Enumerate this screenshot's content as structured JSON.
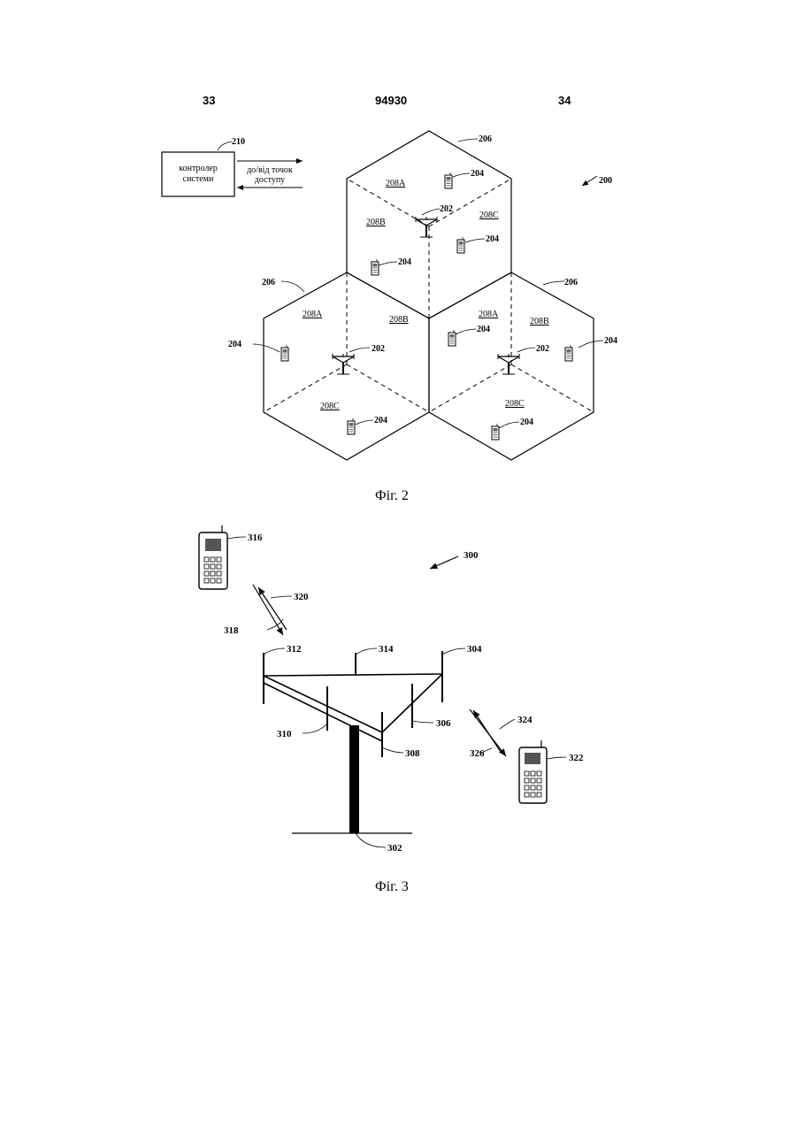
{
  "header": {
    "left": "33",
    "center": "94930",
    "right": "34"
  },
  "figure2": {
    "caption": "Фіг. 2",
    "controller_text": [
      "контролер",
      "системи"
    ],
    "link_text": [
      "до/від точок",
      "доступу"
    ],
    "labels": {
      "system": "200",
      "controller": "210",
      "access_point": "202",
      "terminal": "204",
      "cell": "206",
      "sector_a": "208A",
      "sector_b": "208B",
      "sector_c": "208C"
    }
  },
  "figure3": {
    "caption": "Фіг. 3",
    "labels": {
      "system": "300",
      "mast": "302",
      "ant_304": "304",
      "ant_306": "306",
      "ant_308": "308",
      "ant_310": "310",
      "ant_312": "312",
      "ant_314": "314",
      "terminal_316": "316",
      "link_318": "318",
      "link_320": "320",
      "terminal_322": "322",
      "link_324": "324",
      "link_326": "326"
    }
  }
}
